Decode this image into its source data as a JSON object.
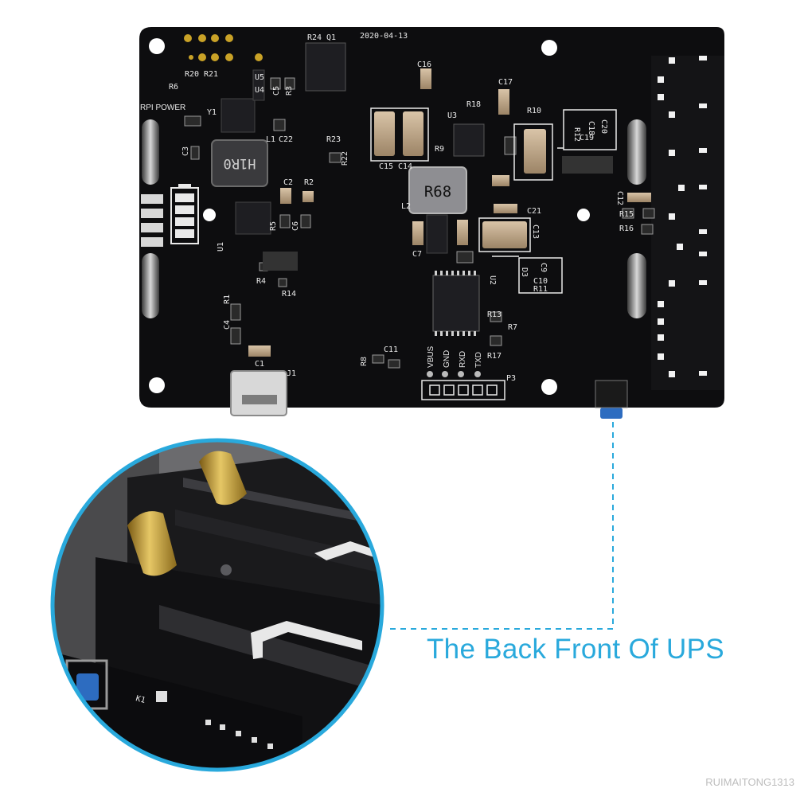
{
  "caption": "The Back Front Of UPS",
  "watermark": "RUIMAITONG1313",
  "board": {
    "date": "2020-04-13",
    "rpi_power": "RPI POWER",
    "pin_labels": [
      "VBUS",
      "GND",
      "RXD",
      "TXD"
    ],
    "inductor_large": "H1R0",
    "inductor_main": "R68",
    "designators": [
      "R24",
      "Q1",
      "R20",
      "R21",
      "U5",
      "U4",
      "C5",
      "R3",
      "R6",
      "Y1",
      "L1",
      "C22",
      "R23",
      "R22",
      "C16",
      "C17",
      "R18",
      "U3",
      "R10",
      "R9",
      "C15",
      "C14",
      "R12",
      "R13",
      "C18",
      "C19",
      "C20",
      "C3",
      "C2",
      "R2",
      "R5",
      "C6",
      "U1",
      "R4",
      "R14",
      "L2",
      "C7",
      "C21",
      "C13",
      "C12",
      "R15",
      "R16",
      "D3",
      "C9",
      "C10",
      "R11",
      "U2",
      "R13",
      "R7",
      "R8",
      "C11",
      "R17",
      "P3",
      "R1",
      "C4",
      "C1",
      "J1",
      "K1"
    ]
  },
  "colors": {
    "board": "#0d0d0f",
    "silkscreen": "#e9e9e9",
    "accent": "#29a9dc",
    "gold": "#c9a227",
    "button": "#2d6cc0"
  }
}
